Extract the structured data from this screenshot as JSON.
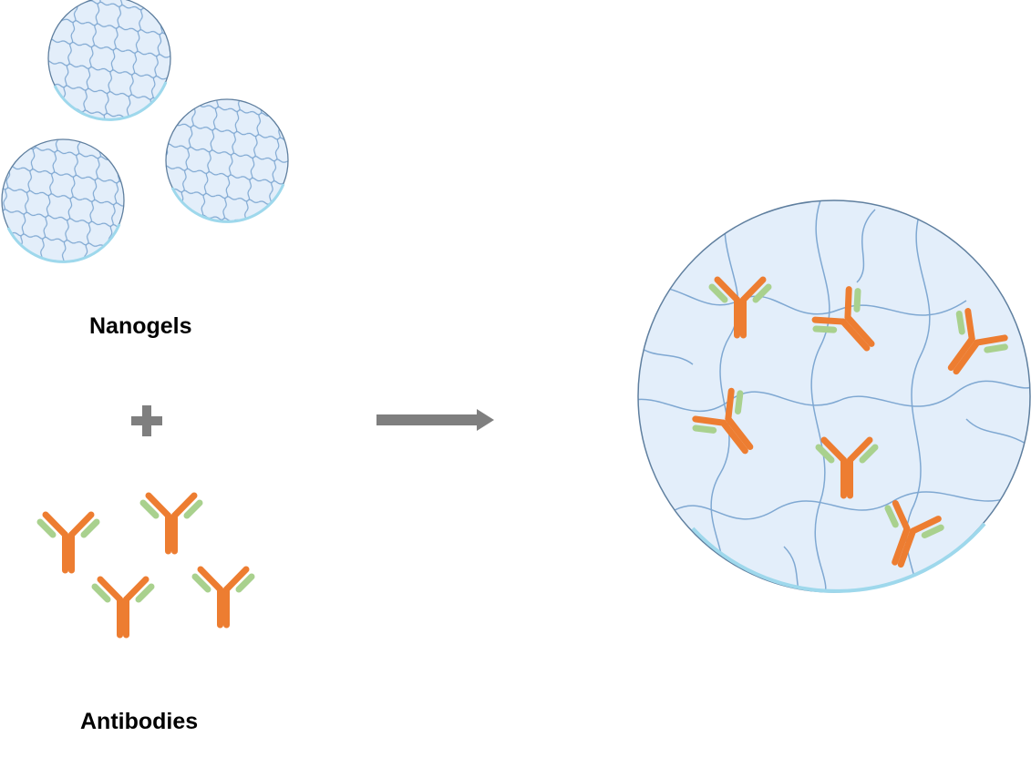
{
  "labels": {
    "nanogels": "Nanogels",
    "antibodies": "Antibodies"
  },
  "colors": {
    "background": "#ffffff",
    "gel_fill": "#e3eefa",
    "gel_edge": "#8fb4d8",
    "gel_rim_glow": "#9ed8ec",
    "gel_network": "#7fa8d2",
    "antibody_heavy_chain": "#ed7d31",
    "antibody_light_chain": "#a9d18e",
    "operator_gray": "#7f7f7f"
  },
  "icons": {
    "operator": "plus-sign",
    "reaction": "right-arrow"
  }
}
